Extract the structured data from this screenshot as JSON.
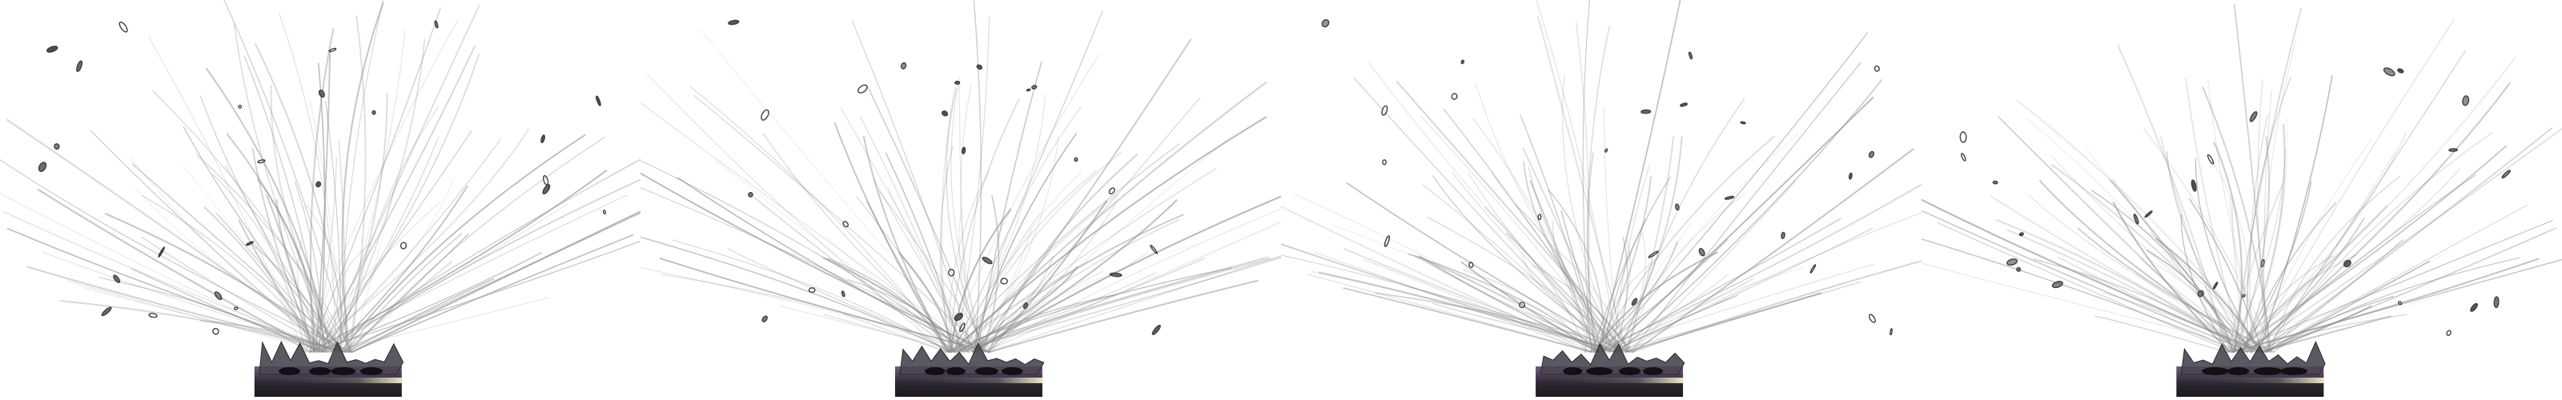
{
  "title": "",
  "colors": {
    "background": "#ffffff",
    "streak": "#8a8a8a",
    "debris": "#3f3f44",
    "base_dark": "#2c2630",
    "base_purple": "#6f5a86",
    "base_glow": "#f2ecc8"
  },
  "frames": [
    {
      "frame": 1,
      "seed": 11
    },
    {
      "frame": 2,
      "seed": 29
    },
    {
      "frame": 3,
      "seed": 47
    },
    {
      "frame": 4,
      "seed": 83
    }
  ]
}
